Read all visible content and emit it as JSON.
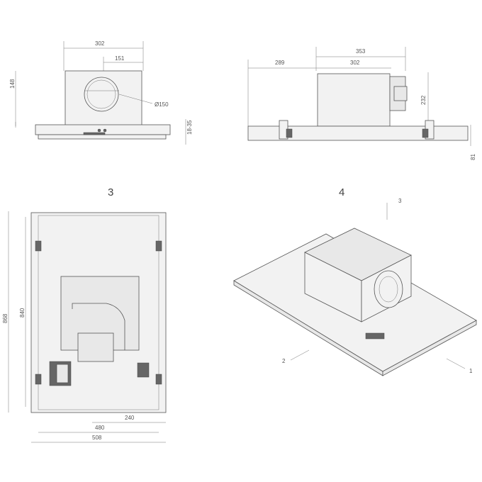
{
  "views": {
    "front": {
      "dim_width": "302",
      "dim_center": "151",
      "dim_height": "148",
      "dim_diameter": "Ø150",
      "dim_adjust": "18-35"
    },
    "side": {
      "dim_total": "353",
      "dim_offset": "289",
      "dim_box": "302",
      "dim_height": "232",
      "dim_frame": "81"
    },
    "top": {
      "label": "3",
      "dim_outer_height": "868",
      "dim_inner_height": "840",
      "dim_half": "240",
      "dim_inner_width": "480",
      "dim_outer_width": "508"
    },
    "iso": {
      "label": "4",
      "callout_1": "1",
      "callout_2": "2",
      "callout_3": "3"
    }
  }
}
